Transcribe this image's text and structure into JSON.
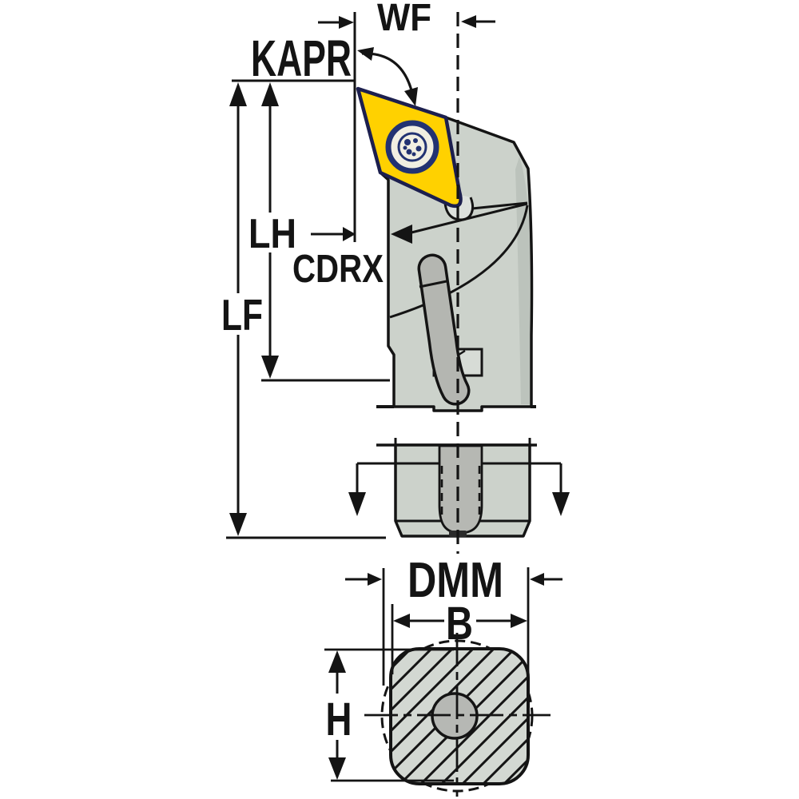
{
  "drawing": {
    "title": "Turning tool holder dimension drawing",
    "labels": {
      "wf": "WF",
      "kapr": "KAPR",
      "lh": "LH",
      "cdrx": "CDRX",
      "lf": "LF",
      "dmm": "DMM",
      "b": "B",
      "h": "H"
    },
    "colors": {
      "background": "#ffffff",
      "line": "#141414",
      "holder_gray": "#ccd2cb",
      "holder_shade": "#bcc3bc",
      "screw_gray": "#b4b6b1",
      "channel_gray": "#b6b8b3",
      "insert_yellow": "#ffd100",
      "insert_outline_navy": "#1c1f4e",
      "screw_ring_navy": "#223272",
      "screw_ring_face": "#f1efe2",
      "hatch_fill": "#d3d8d2",
      "bore_gray": "#b6b8b4"
    }
  }
}
